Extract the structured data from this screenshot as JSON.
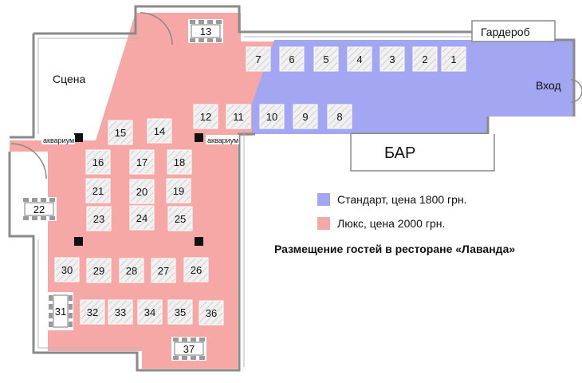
{
  "labels": {
    "stage": "Сцена",
    "wardrobe": "Гардероб",
    "entrance": "Вход",
    "bar": "БАР",
    "aquarium_left": "аквариум",
    "aquarium_right": "аквариум"
  },
  "legend": [
    {
      "text": "Стандарт, цена 1800 грн.",
      "color": "#a3a6f1"
    },
    {
      "text": "Люкс, цена 2000 грн.",
      "color": "#f6a8a7"
    }
  ],
  "caption": "Размещение гостей в ресторане «Лаванда»",
  "colors": {
    "standard_zone": "#a3a6f1",
    "lux_zone": "#f6a8a7",
    "wall": "#8a8a8a",
    "table": "#ececec"
  },
  "tables": [
    {
      "num": "1",
      "zone": "standard"
    },
    {
      "num": "2",
      "zone": "standard"
    },
    {
      "num": "3",
      "zone": "standard"
    },
    {
      "num": "4",
      "zone": "standard"
    },
    {
      "num": "5",
      "zone": "standard"
    },
    {
      "num": "6",
      "zone": "standard"
    },
    {
      "num": "7",
      "zone": "lux"
    },
    {
      "num": "8",
      "zone": "standard"
    },
    {
      "num": "9",
      "zone": "standard"
    },
    {
      "num": "10",
      "zone": "standard"
    },
    {
      "num": "11",
      "zone": "lux"
    },
    {
      "num": "12",
      "zone": "lux"
    },
    {
      "num": "13",
      "zone": "lux"
    },
    {
      "num": "14",
      "zone": "lux"
    },
    {
      "num": "15",
      "zone": "lux"
    },
    {
      "num": "16",
      "zone": "lux"
    },
    {
      "num": "17",
      "zone": "lux"
    },
    {
      "num": "18",
      "zone": "lux"
    },
    {
      "num": "19",
      "zone": "lux"
    },
    {
      "num": "20",
      "zone": "lux"
    },
    {
      "num": "21",
      "zone": "lux"
    },
    {
      "num": "22",
      "zone": "lux"
    },
    {
      "num": "23",
      "zone": "lux"
    },
    {
      "num": "24",
      "zone": "lux"
    },
    {
      "num": "25",
      "zone": "lux"
    },
    {
      "num": "26",
      "zone": "lux"
    },
    {
      "num": "27",
      "zone": "lux"
    },
    {
      "num": "28",
      "zone": "lux"
    },
    {
      "num": "29",
      "zone": "lux"
    },
    {
      "num": "30",
      "zone": "lux"
    },
    {
      "num": "31",
      "zone": "lux"
    },
    {
      "num": "32",
      "zone": "lux"
    },
    {
      "num": "33",
      "zone": "lux"
    },
    {
      "num": "34",
      "zone": "lux"
    },
    {
      "num": "35",
      "zone": "lux"
    },
    {
      "num": "36",
      "zone": "lux"
    },
    {
      "num": "37",
      "zone": "lux"
    }
  ]
}
